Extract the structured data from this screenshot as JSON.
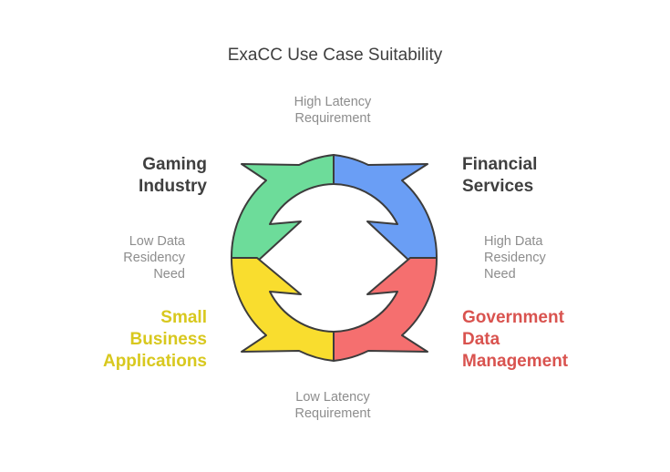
{
  "title": "ExaCC Use Case Suitability",
  "axes": {
    "top": [
      "High Latency",
      "Requirement"
    ],
    "bottom": [
      "Low Latency",
      "Requirement"
    ],
    "left": [
      "Low Data",
      "Residency",
      "Need"
    ],
    "right": [
      "High Data",
      "Residency",
      "Need"
    ]
  },
  "quadrants": {
    "gaming": {
      "lines": [
        "Gaming",
        "Industry"
      ],
      "color": "#3f3f3f",
      "fill": "#6ddc9a"
    },
    "financial": {
      "lines": [
        "Financial",
        "Services"
      ],
      "color": "#3f3f3f",
      "fill": "#6a9ef5"
    },
    "small_business": {
      "lines": [
        "Small",
        "Business",
        "Applications"
      ],
      "color": "#d8c81e",
      "fill": "#f9dd2e"
    },
    "government": {
      "lines": [
        "Government",
        "Data",
        "Management"
      ],
      "color": "#d9534f",
      "fill": "#f56f6f"
    }
  }
}
